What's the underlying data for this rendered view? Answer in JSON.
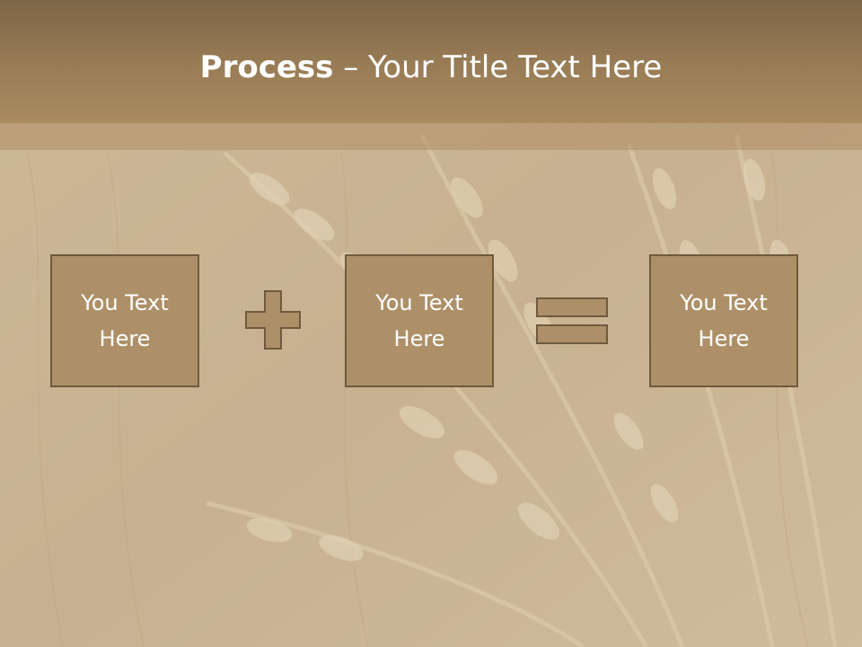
{
  "title": {
    "bold": "Process",
    "separator": " – ",
    "rest": "Your Title Text Here"
  },
  "boxes": [
    {
      "label": "You Text Here"
    },
    {
      "label": "You Text Here"
    },
    {
      "label": "You Text Here"
    }
  ],
  "operators": [
    "plus",
    "equals"
  ],
  "colors": {
    "title_band": "#977b55",
    "box_fill": "#ad9068",
    "box_border": "#6f5a3f",
    "text": "#ffffff"
  }
}
